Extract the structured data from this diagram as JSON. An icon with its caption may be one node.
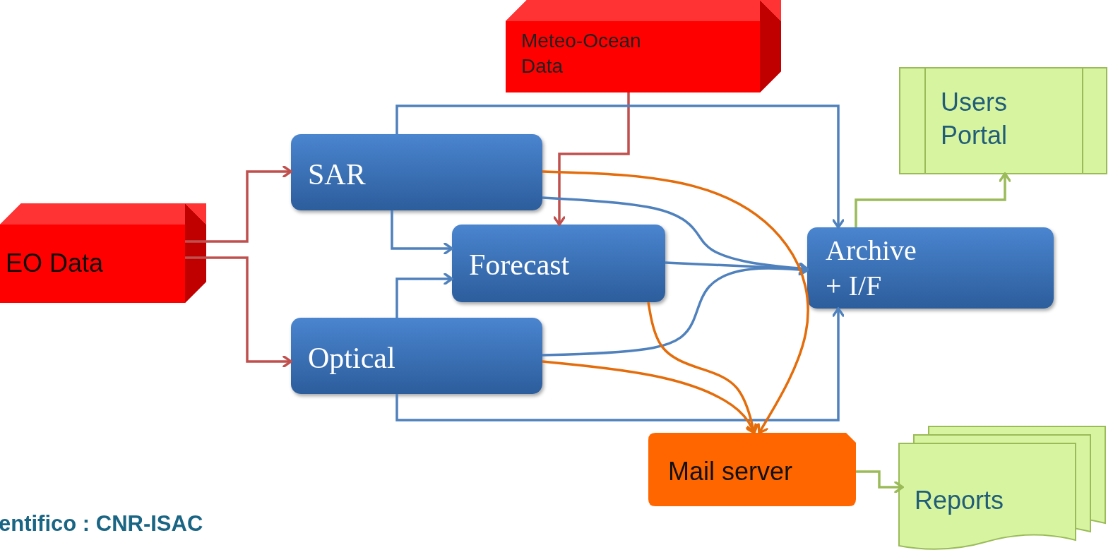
{
  "diagram": {
    "nodes": [
      {
        "text": [
          "Meteo-Ocean Data"
        ]
      },
      {
        "text": [
          "Users Portal"
        ]
      },
      {
        "text": [
          "SAR"
        ]
      },
      {
        "text": [
          "EO Data"
        ]
      },
      {
        "text": [
          "Forecast"
        ]
      },
      {
        "text": [
          "Archive + I/F"
        ]
      },
      {
        "text": [
          "Optical"
        ]
      },
      {
        "text": [
          "Mail server"
        ]
      },
      {
        "text": [
          "Reports"
        ]
      }
    ],
    "edges": [
      {
        "from": 3,
        "to": 2,
        "arrow": "to",
        "color": "#c0504d"
      },
      {
        "from": 3,
        "to": 6,
        "arrow": "to",
        "color": "#c0504d"
      },
      {
        "from": 0,
        "to": 4,
        "arrow": "to",
        "color": "#c0504d"
      },
      {
        "from": 2,
        "to": 5,
        "arrow": "to"
      },
      {
        "from": 2,
        "to": 4,
        "arrow": "to"
      },
      {
        "from": 6,
        "to": 4,
        "arrow": "to"
      },
      {
        "from": 2,
        "to": 5,
        "arrow": "to"
      },
      {
        "from": 4,
        "to": 5,
        "arrow": "to"
      },
      {
        "from": 6,
        "to": 5,
        "arrow": "to"
      },
      {
        "from": 6,
        "to": 5,
        "arrow": "to"
      },
      {
        "from": 5,
        "to": 1,
        "arrow": "to",
        "color": "#9bbb59"
      },
      {
        "from": 2,
        "to": 7,
        "arrow": "to",
        "color": "#e46c0a"
      },
      {
        "from": 4,
        "to": 7,
        "arrow": "to",
        "color": "#e46c0a"
      },
      {
        "from": 6,
        "to": 7,
        "arrow": "to",
        "color": "#e46c0a"
      },
      {
        "from": 7,
        "to": 8,
        "arrow": "to",
        "color": "#9bbb59"
      }
    ],
    "labels": [
      "entifico : CNR-ISAC"
    ]
  }
}
